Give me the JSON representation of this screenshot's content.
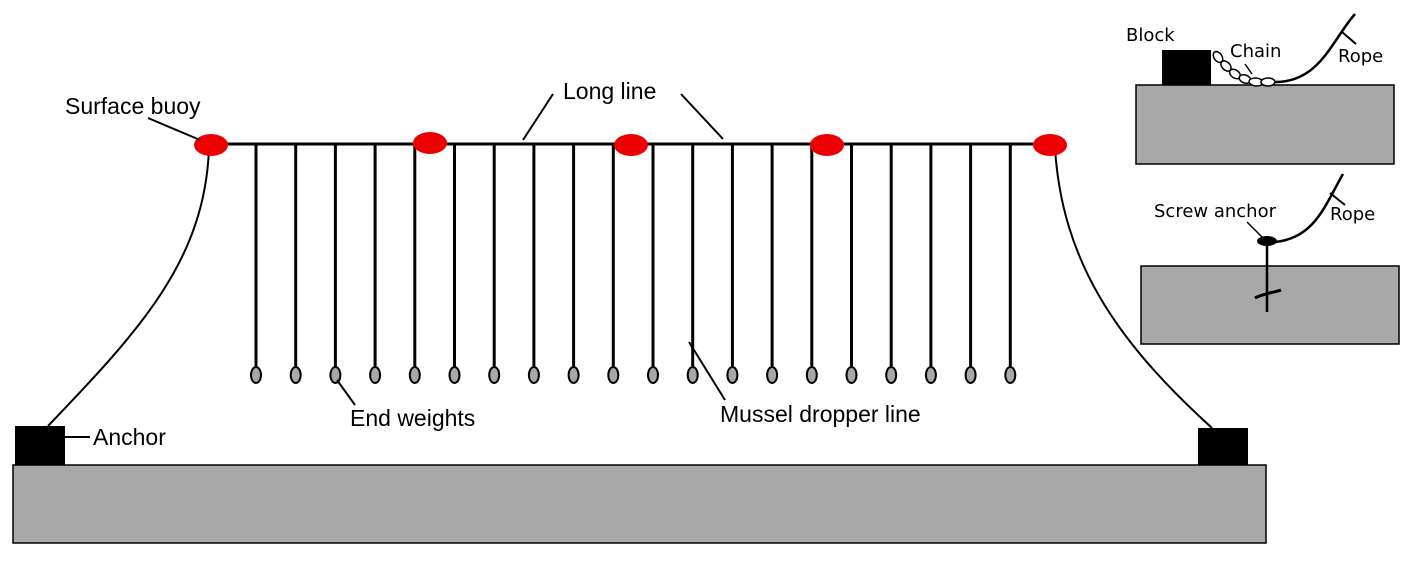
{
  "labels": {
    "surface_buoy": "Surface buoy",
    "long_line": "Long line",
    "end_weights": "End weights",
    "mussel_dropper_line": "Mussel dropper line",
    "anchor": "Anchor"
  },
  "inset_block": {
    "block": "Block",
    "chain": "Chain",
    "rope": "Rope"
  },
  "inset_screw": {
    "screw_anchor": "Screw anchor",
    "rope": "Rope"
  },
  "counts": {
    "dropper_lines": 20,
    "surface_buoys": 5
  },
  "colors": {
    "buoy": "#ee0000",
    "seabed": "#a8a8a8",
    "anchor": "#000000",
    "end_weight": "#a8a8a8",
    "line": "#000000"
  }
}
